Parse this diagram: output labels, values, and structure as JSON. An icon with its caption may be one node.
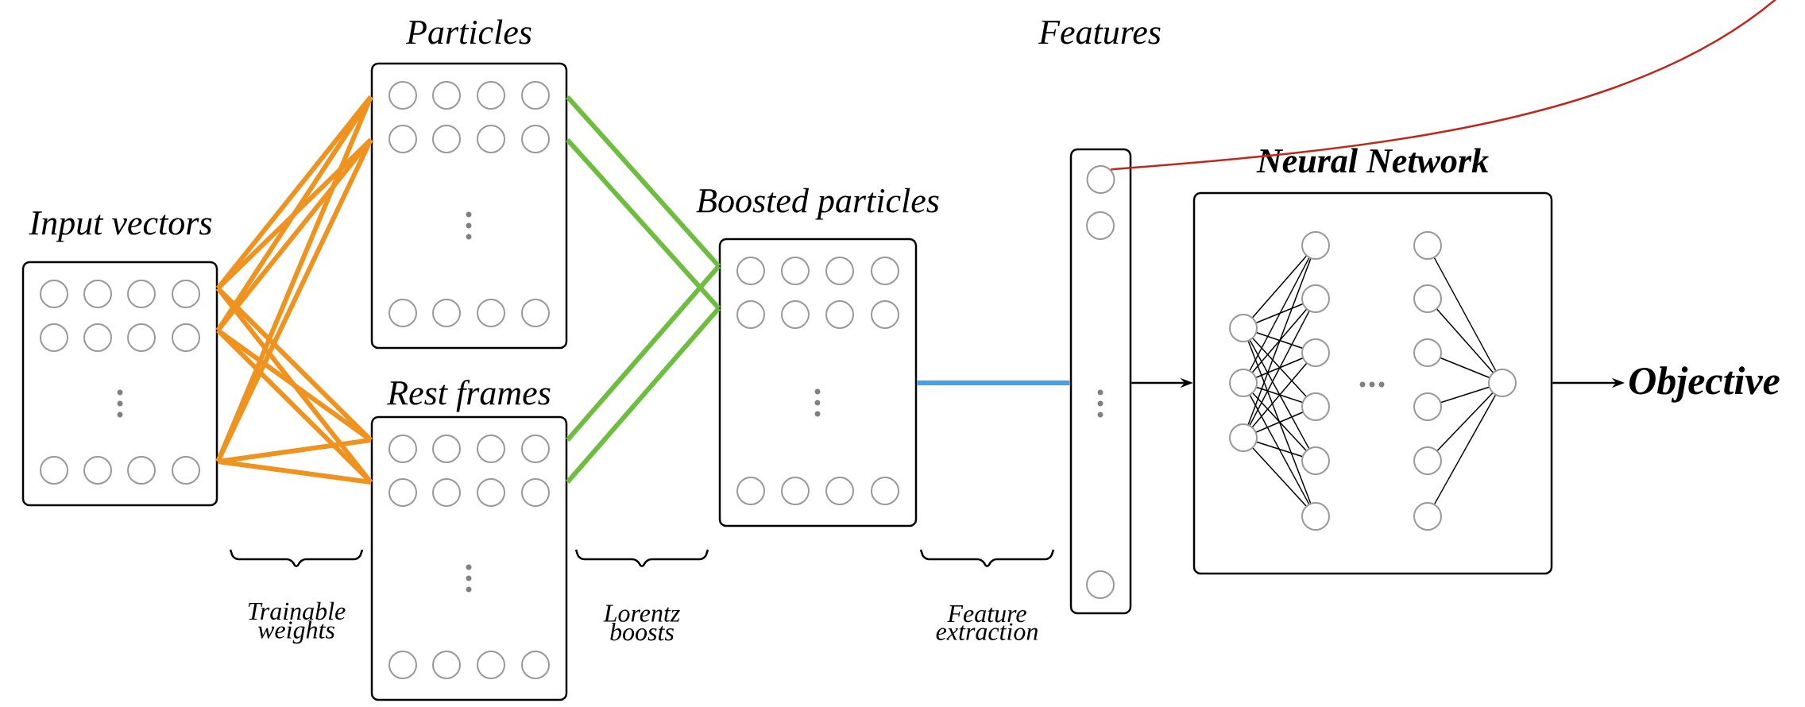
{
  "diagram": {
    "nodes": [
      {
        "text": [
          "Input vectors"
        ]
      },
      {
        "text": [
          "Particles"
        ]
      },
      {
        "text": [
          "Rest frames"
        ]
      },
      {
        "text": [
          "Boosted particles"
        ]
      },
      {
        "text": [
          "Features"
        ]
      },
      {
        "text": [],
        "shape": "circle",
        "in": 4
      },
      {
        "text": [
          "Neural Network"
        ]
      },
      {
        "text": [
          "Objective"
        ]
      }
    ],
    "edges": [
      {
        "from": 0,
        "to": 1,
        "arrow": "none",
        "color": "#f0921e"
      },
      {
        "from": 0,
        "to": 1,
        "arrow": "none",
        "color": "#f0921e"
      },
      {
        "from": 0,
        "to": 1,
        "arrow": "none",
        "color": "#f0921e"
      },
      {
        "from": 0,
        "to": 1,
        "arrow": "none",
        "color": "#f0921e"
      },
      {
        "from": 0,
        "to": 1,
        "arrow": "none",
        "color": "#f0921e"
      },
      {
        "from": 0,
        "to": 1,
        "arrow": "none",
        "color": "#f0921e"
      },
      {
        "from": 0,
        "to": 2,
        "arrow": "none",
        "color": "#f0921e"
      },
      {
        "from": 0,
        "to": 2,
        "arrow": "none",
        "color": "#f0921e"
      },
      {
        "from": 0,
        "to": 2,
        "arrow": "none",
        "color": "#f0921e"
      },
      {
        "from": 0,
        "to": 2,
        "arrow": "none",
        "color": "#f0921e"
      },
      {
        "from": 0,
        "to": 2,
        "arrow": "none",
        "color": "#f0921e"
      },
      {
        "from": 0,
        "to": 2,
        "arrow": "none",
        "color": "#f0921e"
      },
      {
        "from": 1,
        "to": 3,
        "arrow": "none",
        "color": "#6dbe3c"
      },
      {
        "from": 1,
        "to": 3,
        "arrow": "none",
        "color": "#6dbe3c"
      },
      {
        "from": 2,
        "to": 3,
        "arrow": "none",
        "color": "#6dbe3c"
      },
      {
        "from": 2,
        "to": 3,
        "arrow": "none",
        "color": "#6dbe3c"
      },
      {
        "from": 3,
        "to": 4,
        "arrow": "none",
        "color": "#4a9fe8"
      },
      {
        "from": 4,
        "to": 6,
        "arrow": "to",
        "color": "#000000"
      },
      {
        "from": 6,
        "to": 7,
        "arrow": "to",
        "color": "#000000"
      },
      {
        "from": null,
        "to": 5,
        "arrow": "none",
        "color": "#c0261c"
      }
    ],
    "labels": [
      "Trainable weights",
      "Lorentz boosts",
      "Feature extraction"
    ]
  }
}
